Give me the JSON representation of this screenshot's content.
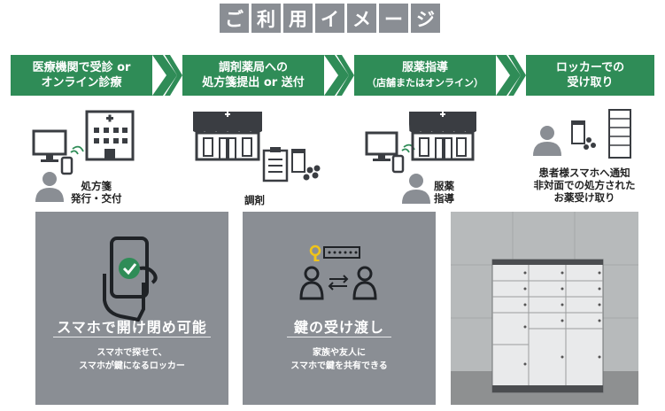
{
  "title_chars": [
    "ご",
    "利",
    "用",
    "イ",
    "メ",
    "ー",
    "ジ"
  ],
  "steps": [
    {
      "line1": "医療機関で受診 or",
      "line2": "オンライン診療"
    },
    {
      "line1": "調剤薬局への",
      "line2": "処方箋提出 or 送付"
    },
    {
      "line1": "服薬指導",
      "line2": "（店舗またはオンライン）"
    },
    {
      "line1": "ロッカーでの",
      "line2": "受け取り"
    }
  ],
  "captions": {
    "prescription": [
      "処方箋",
      "発行・交付"
    ],
    "dispensing": [
      "調剤"
    ],
    "guidance": [
      "服薬",
      "指導"
    ],
    "pickup": [
      "患者様スマホへ通知",
      "非対面での処方された",
      "お薬受け取り"
    ]
  },
  "panels": [
    {
      "title": "スマホで開け閉め可能",
      "desc": [
        "スマホで探せて、",
        "スマホが鍵になるロッカー"
      ]
    },
    {
      "title": "鍵の受け渡し",
      "desc": [
        "家族や友人に",
        "スマホで鍵を共有できる"
      ]
    }
  ],
  "colors": {
    "green": "#2f8c57",
    "gray": "#8a8e94",
    "icon_dark": "#3a3d42"
  }
}
